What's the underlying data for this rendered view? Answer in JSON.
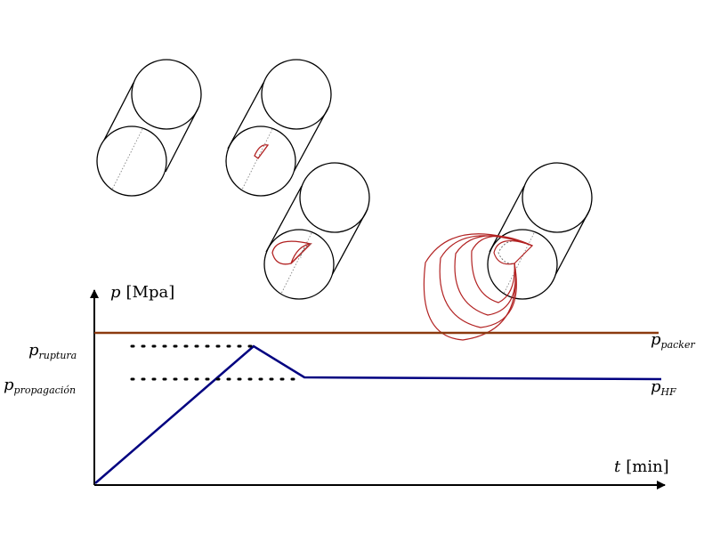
{
  "axes": {
    "y_label": {
      "main": "p",
      "unit": "[Mpa]"
    },
    "x_label": {
      "main": "t",
      "unit": "[min]"
    }
  },
  "levels": {
    "ruptura": {
      "main": "p",
      "sub": "ruptura"
    },
    "propagacion": {
      "main": "p",
      "sub": "propagación"
    }
  },
  "curves": {
    "packer": {
      "main": "p",
      "sub": "packer",
      "color": "#8B3A0F"
    },
    "hf": {
      "main": "p",
      "sub": "HF",
      "color": "#000080"
    }
  },
  "colors": {
    "fracture": "#B22222",
    "wellbore": "#000000",
    "hidden_fracture": "#666666"
  },
  "stages": [
    {
      "name": "stage-1-no-fracture",
      "fracture_count": 0
    },
    {
      "name": "stage-2-initiation",
      "fracture_count": 1
    },
    {
      "name": "stage-3-growth",
      "fracture_count": 2
    },
    {
      "name": "stage-4-propagation",
      "fracture_count": 5
    }
  ]
}
